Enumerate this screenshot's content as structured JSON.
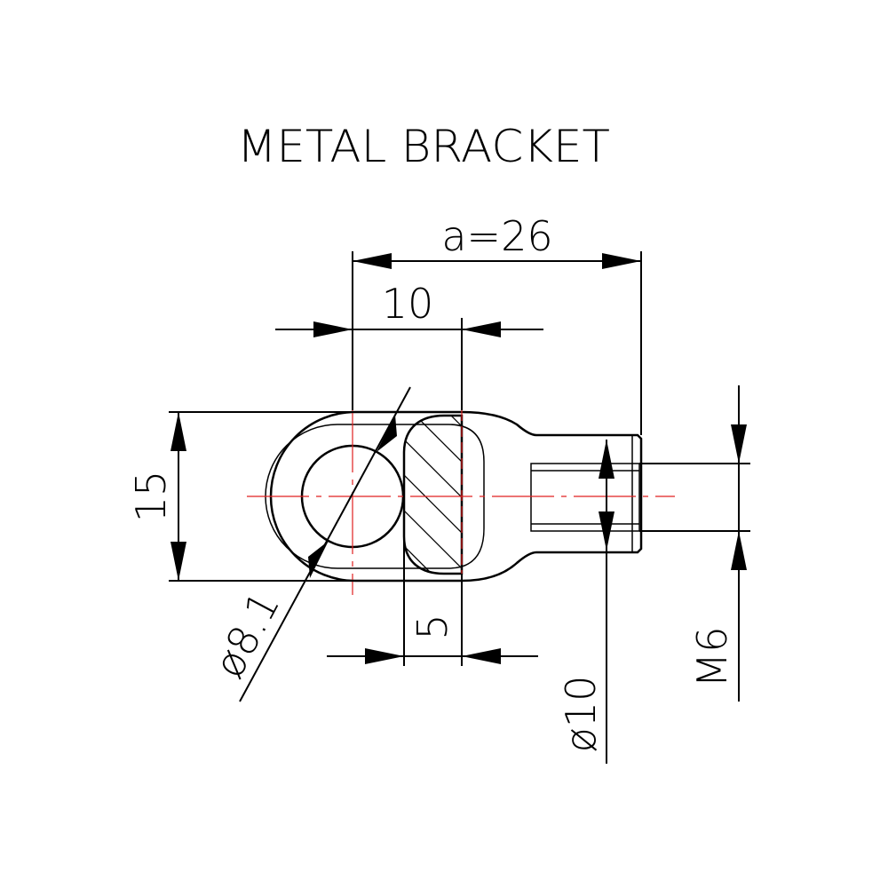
{
  "title": "METAL BRACKET",
  "dimensions": {
    "overall_length": "a=26",
    "eye_to_neck": "10",
    "height": "15",
    "eye_hole_diameter": "ø8.1",
    "neck_width": "5",
    "shank_diameter": "ø10",
    "thread": "M6"
  },
  "colors": {
    "outline": "#000000",
    "centerline": "#e02020",
    "background": "#ffffff"
  }
}
